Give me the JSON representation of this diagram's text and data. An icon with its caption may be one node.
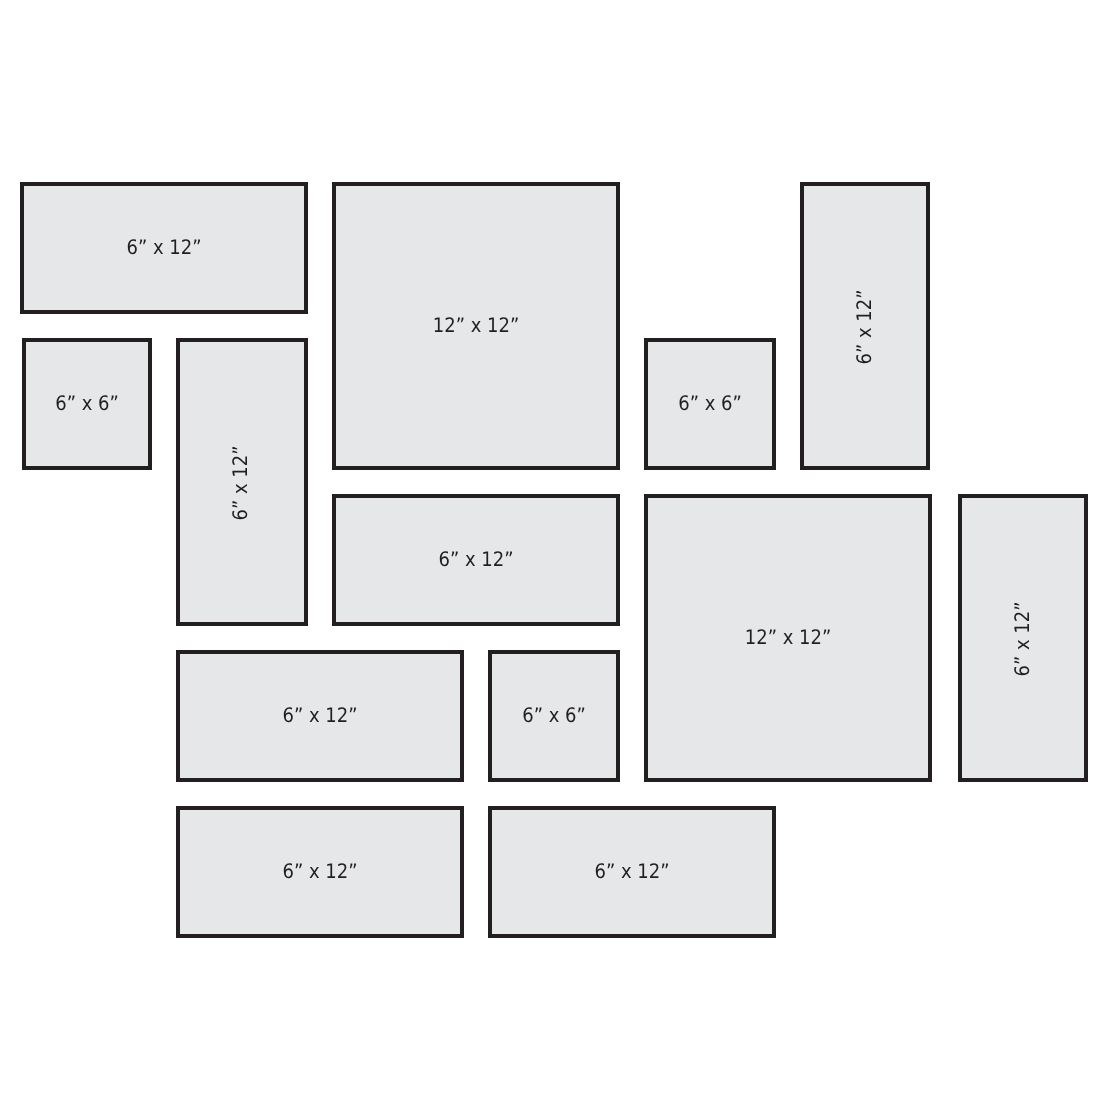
{
  "diagram": {
    "nodes": [
      {
        "text": [
          "6” x 12”"
        ]
      },
      {
        "text": [
          "12” x 12”"
        ]
      },
      {
        "text": [
          "6” x 12”"
        ]
      },
      {
        "text": [
          "6” x 6”"
        ]
      },
      {
        "text": [
          "6” x 12”"
        ]
      },
      {
        "text": [
          "6” x 6”"
        ]
      },
      {
        "text": [
          "6” x 12”"
        ]
      },
      {
        "text": [
          "12” x 12”"
        ]
      },
      {
        "text": [
          "6” x 12”"
        ]
      },
      {
        "text": [
          "6” x 12”"
        ]
      },
      {
        "text": [
          "6” x 6”"
        ]
      },
      {
        "text": [
          "6” x 12”"
        ]
      },
      {
        "text": [
          "6” x 12”"
        ]
      }
    ]
  }
}
